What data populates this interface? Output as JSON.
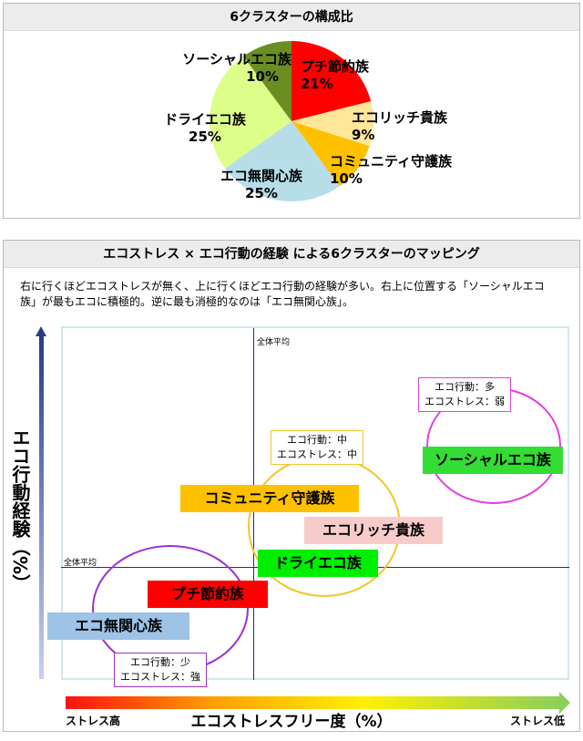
{
  "pie_panel": {
    "title": "6クラスターの構成比"
  },
  "chart_data": {
    "type": "pie",
    "title": "6クラスターの構成比",
    "slices": [
      {
        "label": "プチ節約族",
        "value": 21,
        "display": "21%",
        "color": "#FF0000"
      },
      {
        "label": "エコリッチ貴族",
        "value": 9,
        "display": "9%",
        "color": "#FFE699"
      },
      {
        "label": "コミュニティ守護族",
        "value": 10,
        "display": "10%",
        "color": "#FFC000"
      },
      {
        "label": "エコ無関心族",
        "value": 25,
        "display": "25%",
        "color": "#B7DEE8"
      },
      {
        "label": "ドライエコ族",
        "value": 25,
        "display": "25%",
        "color": "#DDFF8A"
      },
      {
        "label": "ソーシャルエコ族",
        "value": 10,
        "display": "10%",
        "color": "#6B8E23"
      }
    ]
  },
  "map_panel": {
    "title": "エコストレス × エコ行動の経験 による6クラスターのマッピング",
    "description": "右に行くほどエコストレスが無く、上に行くほどエコ行動の経験が多い。右上に位置する「ソーシャルエコ族」が最もエコに積極的。逆に最も消極的なのは「エコ無関心族」。",
    "y_axis_label": "エコ行動経験（%）",
    "x_axis_label": "エコストレスフリー度（%）",
    "x_low": "ストレス高",
    "x_high": "ストレス低",
    "avg_v": "全体平均",
    "avg_h": "全体平均",
    "clusters": [
      {
        "label": "ソーシャルエコ族",
        "color": "#33DD33"
      },
      {
        "label": "コミュニティ守護族",
        "color": "#FFC000"
      },
      {
        "label": "エコリッチ貴族",
        "color": "#F8CBCB"
      },
      {
        "label": "ドライエコ族",
        "color": "#00EE00"
      },
      {
        "label": "プチ節約族",
        "color": "#FF0000"
      },
      {
        "label": "エコ無関心族",
        "color": "#9DC3E6"
      }
    ],
    "notes": [
      {
        "line1": "エコ行動：多",
        "line2": "エコストレス：弱"
      },
      {
        "line1": "エコ行動：中",
        "line2": "エコストレス：中"
      },
      {
        "line1": "エコ行動：少",
        "line2": "エコストレス：強"
      }
    ]
  }
}
